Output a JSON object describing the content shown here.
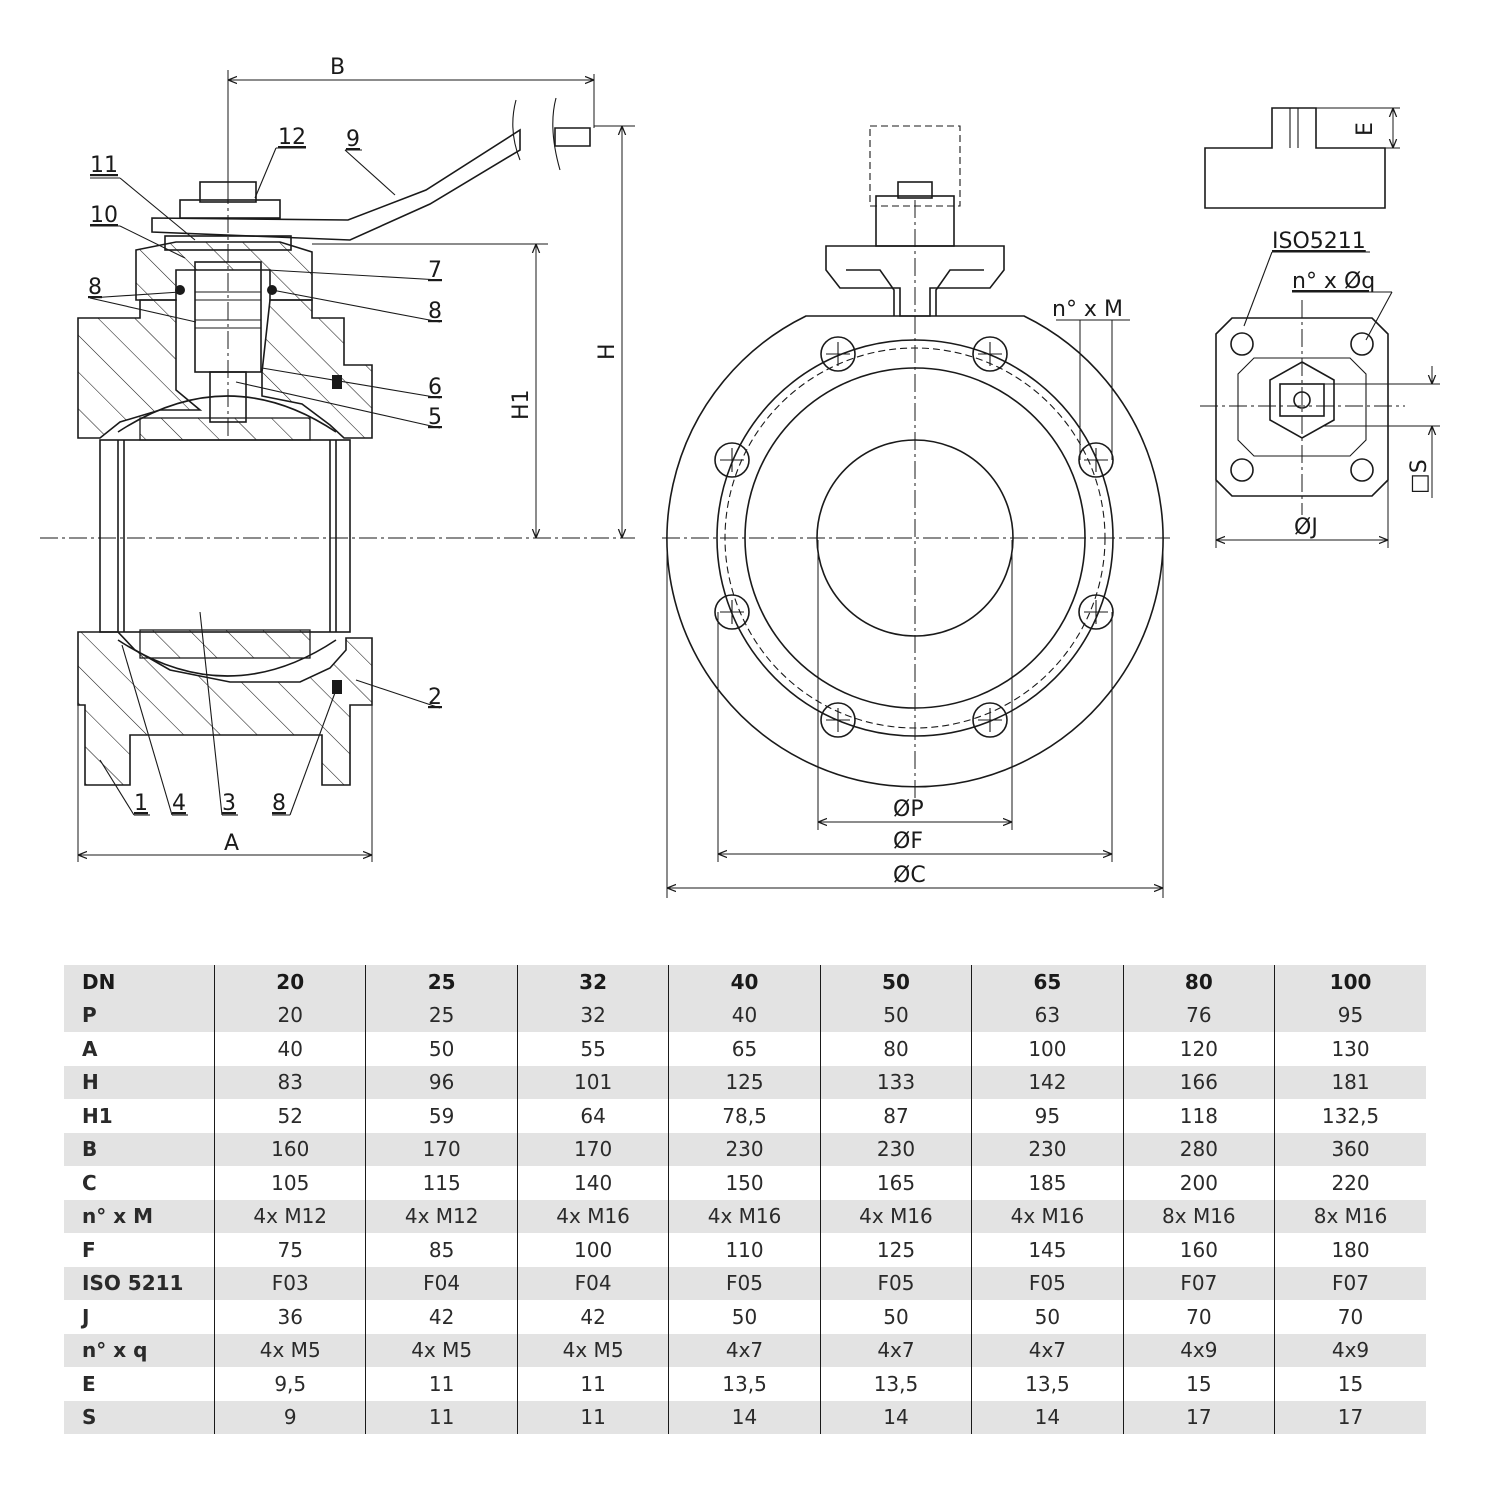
{
  "drawing": {
    "side_view_labels": {
      "B": "B",
      "H": "H",
      "H1": "H1",
      "A": "A",
      "p12": "12",
      "p11": "11",
      "p10": "10",
      "p9": "9",
      "p8a": "8",
      "p7": "7",
      "p8b": "8",
      "p6": "6",
      "p5": "5",
      "p2": "2",
      "p1": "1",
      "p4": "4",
      "p3": "3",
      "p8c": "8"
    },
    "front_view_labels": {
      "nxM": "n° x M",
      "P": "ØP",
      "F": "ØF",
      "C": "ØC"
    },
    "top_view_labels": {
      "E": "E",
      "ISO": "ISO5211",
      "nxq": "n° x Øq",
      "S": "□S",
      "J": "ØJ"
    }
  },
  "table": {
    "header_label": "DN",
    "columns": [
      "20",
      "25",
      "32",
      "40",
      "50",
      "65",
      "80",
      "100"
    ],
    "rows": [
      {
        "label": "P",
        "values": [
          "20",
          "25",
          "32",
          "40",
          "50",
          "63",
          "76",
          "95"
        ]
      },
      {
        "label": "A",
        "values": [
          "40",
          "50",
          "55",
          "65",
          "80",
          "100",
          "120",
          "130"
        ]
      },
      {
        "label": "H",
        "values": [
          "83",
          "96",
          "101",
          "125",
          "133",
          "142",
          "166",
          "181"
        ]
      },
      {
        "label": "H1",
        "values": [
          "52",
          "59",
          "64",
          "78,5",
          "87",
          "95",
          "118",
          "132,5"
        ]
      },
      {
        "label": "B",
        "values": [
          "160",
          "170",
          "170",
          "230",
          "230",
          "230",
          "280",
          "360"
        ]
      },
      {
        "label": "C",
        "values": [
          "105",
          "115",
          "140",
          "150",
          "165",
          "185",
          "200",
          "220"
        ]
      },
      {
        "label": "n° x M",
        "values": [
          "4x M12",
          "4x M12",
          "4x M16",
          "4x M16",
          "4x M16",
          "4x M16",
          "8x M16",
          "8x M16"
        ]
      },
      {
        "label": "F",
        "values": [
          "75",
          "85",
          "100",
          "110",
          "125",
          "145",
          "160",
          "180"
        ]
      },
      {
        "label": "ISO 5211",
        "values": [
          "F03",
          "F04",
          "F04",
          "F05",
          "F05",
          "F05",
          "F07",
          "F07"
        ]
      },
      {
        "label": "J",
        "values": [
          "36",
          "42",
          "42",
          "50",
          "50",
          "50",
          "70",
          "70"
        ]
      },
      {
        "label": "n° x q",
        "values": [
          "4x M5",
          "4x M5",
          "4x M5",
          "4x7",
          "4x7",
          "4x7",
          "4x9",
          "4x9"
        ]
      },
      {
        "label": "E",
        "values": [
          "9,5",
          "11",
          "11",
          "13,5",
          "13,5",
          "13,5",
          "15",
          "15"
        ]
      },
      {
        "label": "S",
        "values": [
          "9",
          "11",
          "11",
          "14",
          "14",
          "14",
          "17",
          "17"
        ]
      }
    ]
  }
}
